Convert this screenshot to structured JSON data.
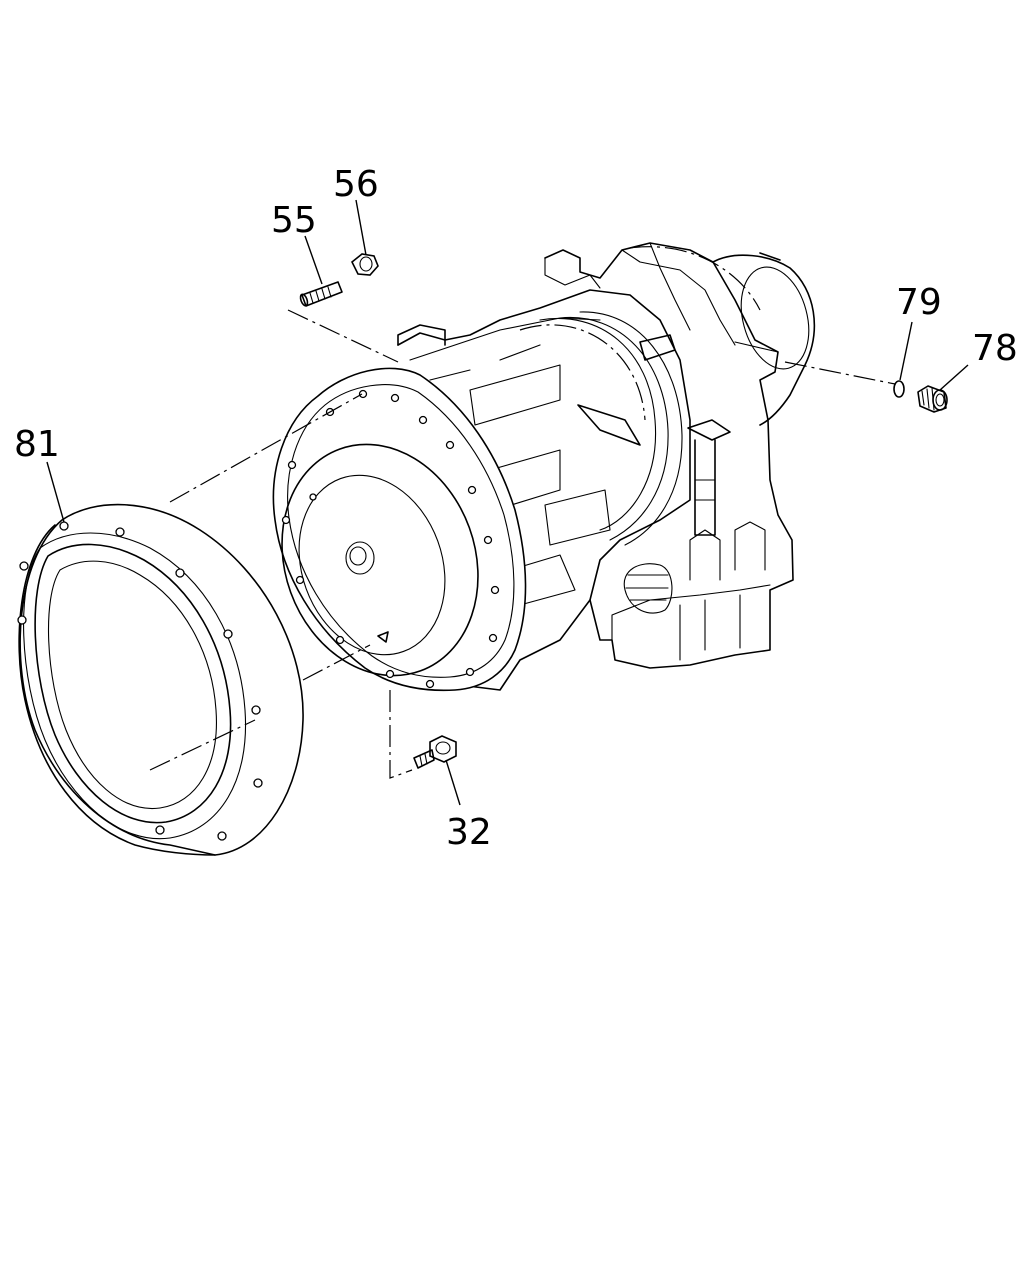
{
  "callouts": {
    "c55": "55",
    "c56": "56",
    "c79": "79",
    "c78": "78",
    "c81": "81",
    "c32": "32"
  }
}
